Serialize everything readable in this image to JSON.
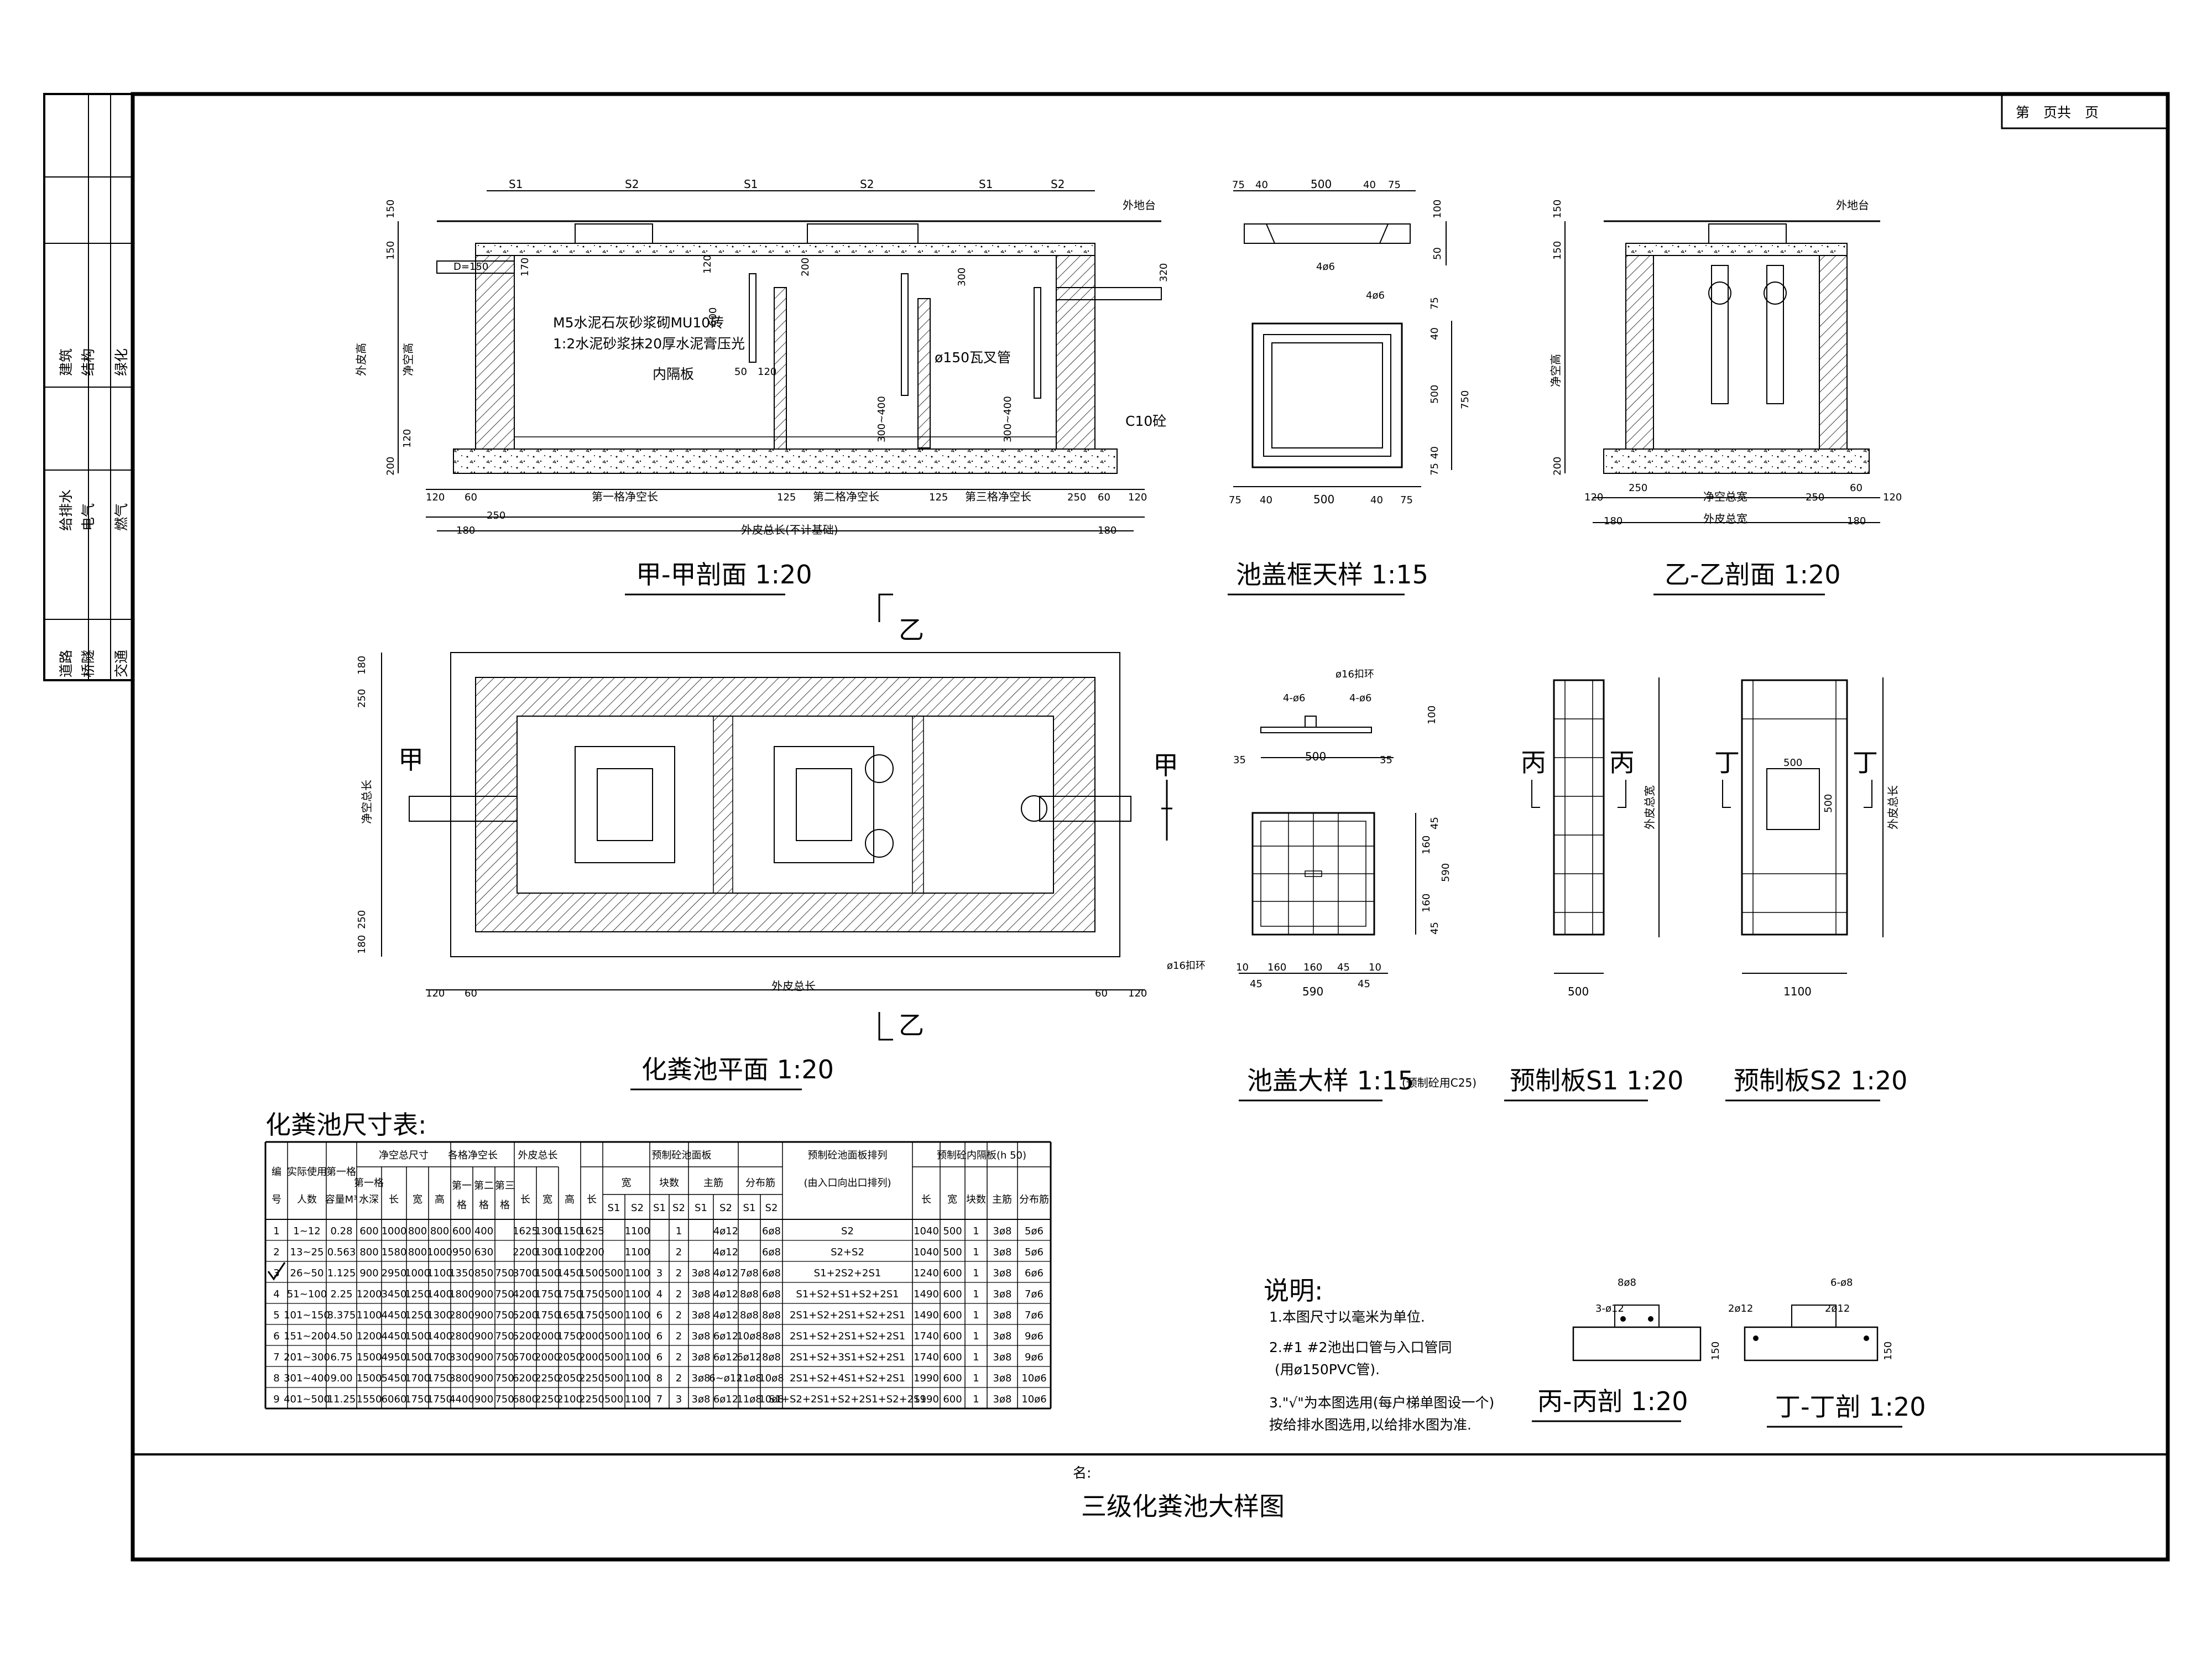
{
  "header": {
    "page_box": "第　页共　页"
  },
  "side_labels": [
    "建筑",
    "结构",
    "绿化",
    "给排水",
    "电气",
    "燃气",
    "道路",
    "桥隧",
    "交通"
  ],
  "section_aa": {
    "title": "甲-甲剖面 1:20",
    "top_dims": [
      "S1",
      "S2",
      "S1",
      "S2",
      "S1",
      "S2"
    ],
    "ground_label": "外地台",
    "notes": [
      "M5水泥石灰砂浆砌MU10砖",
      "1:2水泥砂浆抹20厚水泥膏压光"
    ],
    "partition_label": "内隔板",
    "pipe_label": "ø150瓦叉管",
    "base_label": "C10砼",
    "left_vert": [
      "外皮高",
      "净空高"
    ],
    "left_dims": [
      "150",
      "150",
      "200",
      "120"
    ],
    "inner_dims": [
      "170",
      "120",
      "600",
      "200",
      "300",
      "320",
      "50",
      "120",
      "300~400",
      "300~400",
      "D=150"
    ],
    "bottom_dims1": [
      "120",
      "60",
      "第一格净空长",
      "125",
      "第二格净空长",
      "125",
      "第三格净空长",
      "250",
      "60",
      "120"
    ],
    "bottom_dims2": [
      "180",
      "250",
      "外皮总长(不计基础)",
      "180"
    ]
  },
  "cover_frame": {
    "title": "池盖框天样 1:15",
    "top_dims": [
      "75",
      "40",
      "500",
      "40",
      "75"
    ],
    "bottom_dims": [
      "75",
      "40",
      "500",
      "40",
      "75"
    ],
    "rebar": [
      "4ø6",
      "4ø6"
    ],
    "side_dims": [
      "100",
      "50",
      "75",
      "40",
      "500",
      "750",
      "40",
      "75"
    ]
  },
  "section_bb": {
    "title": "乙-乙剖面 1:20",
    "ground_label": "外地台",
    "left_dims": [
      "150",
      "150",
      "200"
    ],
    "left_vert": "净空高",
    "bottom_dims1": [
      "120",
      "250",
      "净空总宽",
      "250",
      "120",
      "60"
    ],
    "bottom_dims2": [
      "180",
      "外皮总宽",
      "180"
    ]
  },
  "plan": {
    "title": "化粪池平面 1:20",
    "cut_a": "甲",
    "cut_b": "乙",
    "left_dims": [
      "180",
      "250",
      "净空总长",
      "250",
      "180"
    ],
    "bottom_dims": [
      "120",
      "60",
      "外皮总长",
      "60",
      "120"
    ]
  },
  "cover_detail": {
    "title": "池盖大样 1:15",
    "note": "(预制砼用C25)",
    "labels": [
      "ø16扣环",
      "4-ø6",
      "4-ø6",
      "ø16扣环"
    ],
    "dims_top": [
      "35",
      "500",
      "35",
      "100"
    ],
    "dims_bottom": [
      "10",
      "160",
      "160",
      "45",
      "10",
      "45",
      "590",
      "45"
    ],
    "dims_side": [
      "45",
      "160",
      "590",
      "160",
      "45"
    ]
  },
  "slab_s1": {
    "title": "预制板S1 1:20",
    "cut": "丙",
    "side": "外皮总宽",
    "dim": "500"
  },
  "slab_s2": {
    "title": "预制板S2 1:20",
    "cut": "丁",
    "side": "外皮总长",
    "dims": [
      "500",
      "500",
      "1100"
    ]
  },
  "table": {
    "caption": "化粪池尺寸表:",
    "headers_top": [
      "编号",
      "实际使用人数",
      "第一格容量M³",
      "净空总尺寸",
      "各格净空长",
      "外皮总长",
      "预制砼池面板",
      "预制砼池面板排列",
      "预制砼内隔板(h 50)"
    ],
    "headers_sub": [
      "第一格水深",
      "长",
      "宽",
      "高",
      "第一格",
      "第二格",
      "第三格",
      "长",
      "宽",
      "高",
      "长",
      "宽",
      "块数",
      "主筋",
      "分布筋",
      "(由入口向出口排列)",
      "长",
      "宽",
      "块数",
      "主筋",
      "分布筋"
    ],
    "headers_sub2": [
      "S1",
      "S2",
      "S1",
      "S2",
      "S1",
      "S2",
      "S1",
      "S2"
    ],
    "rows": [
      [
        "1",
        "1~12",
        "0.28",
        "600",
        "1000",
        "800",
        "800",
        "600",
        "400",
        "",
        "1625",
        "1300",
        "1150",
        "1625",
        "",
        "1100",
        "",
        "1",
        "",
        "4ø12",
        "",
        "6ø8",
        "S2",
        "1040",
        "500",
        "1",
        "3ø8",
        "5ø6"
      ],
      [
        "2",
        "13~25",
        "0.563",
        "800",
        "1580",
        "800",
        "1000",
        "950",
        "630",
        "",
        "2200",
        "1300",
        "1100",
        "2200",
        "",
        "1100",
        "",
        "2",
        "",
        "4ø12",
        "",
        "6ø8",
        "S2+S2",
        "1040",
        "500",
        "1",
        "3ø8",
        "5ø6"
      ],
      [
        "3",
        "26~50",
        "1.125",
        "900",
        "2950",
        "1000",
        "1100",
        "1350",
        "850",
        "750",
        "3700",
        "1500",
        "1450",
        "1500",
        "500",
        "1100",
        "3",
        "2",
        "3ø8",
        "4ø12",
        "7ø8",
        "6ø8",
        "S1+2S2+2S1",
        "1240",
        "600",
        "1",
        "3ø8",
        "6ø6"
      ],
      [
        "4",
        "51~100",
        "2.25",
        "1200",
        "3450",
        "1250",
        "1400",
        "1800",
        "900",
        "750",
        "4200",
        "1750",
        "1750",
        "1750",
        "500",
        "1100",
        "4",
        "2",
        "3ø8",
        "4ø12",
        "8ø8",
        "6ø8",
        "S1+S2+S1+S2+2S1",
        "1490",
        "600",
        "1",
        "3ø8",
        "7ø6"
      ],
      [
        "5",
        "101~150",
        "3.375",
        "1100",
        "4450",
        "1250",
        "1300",
        "2800",
        "900",
        "750",
        "5200",
        "1750",
        "1650",
        "1750",
        "500",
        "1100",
        "6",
        "2",
        "3ø8",
        "4ø12",
        "8ø8",
        "8ø8",
        "2S1+S2+2S1+S2+2S1",
        "1490",
        "600",
        "1",
        "3ø8",
        "7ø6"
      ],
      [
        "6",
        "151~200",
        "4.50",
        "1200",
        "4450",
        "1500",
        "1400",
        "2800",
        "900",
        "750",
        "5200",
        "2000",
        "1750",
        "2000",
        "500",
        "1100",
        "6",
        "2",
        "3ø8",
        "6ø12",
        "10ø8",
        "8ø8",
        "2S1+S2+2S1+S2+2S1",
        "1740",
        "600",
        "1",
        "3ø8",
        "9ø6"
      ],
      [
        "7",
        "201~300",
        "6.75",
        "1500",
        "4950",
        "1500",
        "1700",
        "3300",
        "900",
        "750",
        "5700",
        "2000",
        "2050",
        "2000",
        "500",
        "1100",
        "6",
        "2",
        "3ø8",
        "6ø12",
        "6ø12",
        "8ø8",
        "2S1+S2+3S1+S2+2S1",
        "1740",
        "600",
        "1",
        "3ø8",
        "9ø6"
      ],
      [
        "8",
        "301~400",
        "9.00",
        "1500",
        "5450",
        "1700",
        "1750",
        "3800",
        "900",
        "750",
        "6200",
        "2250",
        "2050",
        "2250",
        "500",
        "1100",
        "8",
        "2",
        "3ø8",
        "6~ø12",
        "11ø8",
        "10ø8",
        "2S1+S2+4S1+S2+2S1",
        "1990",
        "600",
        "1",
        "3ø8",
        "10ø6"
      ],
      [
        "9",
        "401~500",
        "11.25",
        "1550",
        "6060",
        "1750",
        "1750",
        "4400",
        "900",
        "750",
        "6800",
        "2250",
        "2100",
        "2250",
        "500",
        "1100",
        "7",
        "3",
        "3ø8",
        "6ø12",
        "11ø8",
        "10ø8",
        "S1+S2+2S1+S2+2S1+S2+2S1",
        "1990",
        "600",
        "1",
        "3ø8",
        "10ø6"
      ]
    ]
  },
  "notes": {
    "title": "说明:",
    "items": [
      "1.本图尺寸以毫米为单位.",
      "2.#1 #2池出口管与入口管同",
      "(用ø150PVC管).",
      "3.\"√\"为本图选用(每户梯单图设一个)",
      "按给排水图选用,以给排水图为准."
    ]
  },
  "sec_c": {
    "title": "丙-丙剖 1:20",
    "labels": [
      "8ø8",
      "3-ø12",
      "150"
    ]
  },
  "sec_d": {
    "title": "丁-丁剖 1:20",
    "labels": [
      "6-ø8",
      "2ø12",
      "2ø12",
      "150"
    ]
  },
  "titleblock": {
    "name_label": "名:",
    "drawing_title": "三级化粪池大样图"
  }
}
